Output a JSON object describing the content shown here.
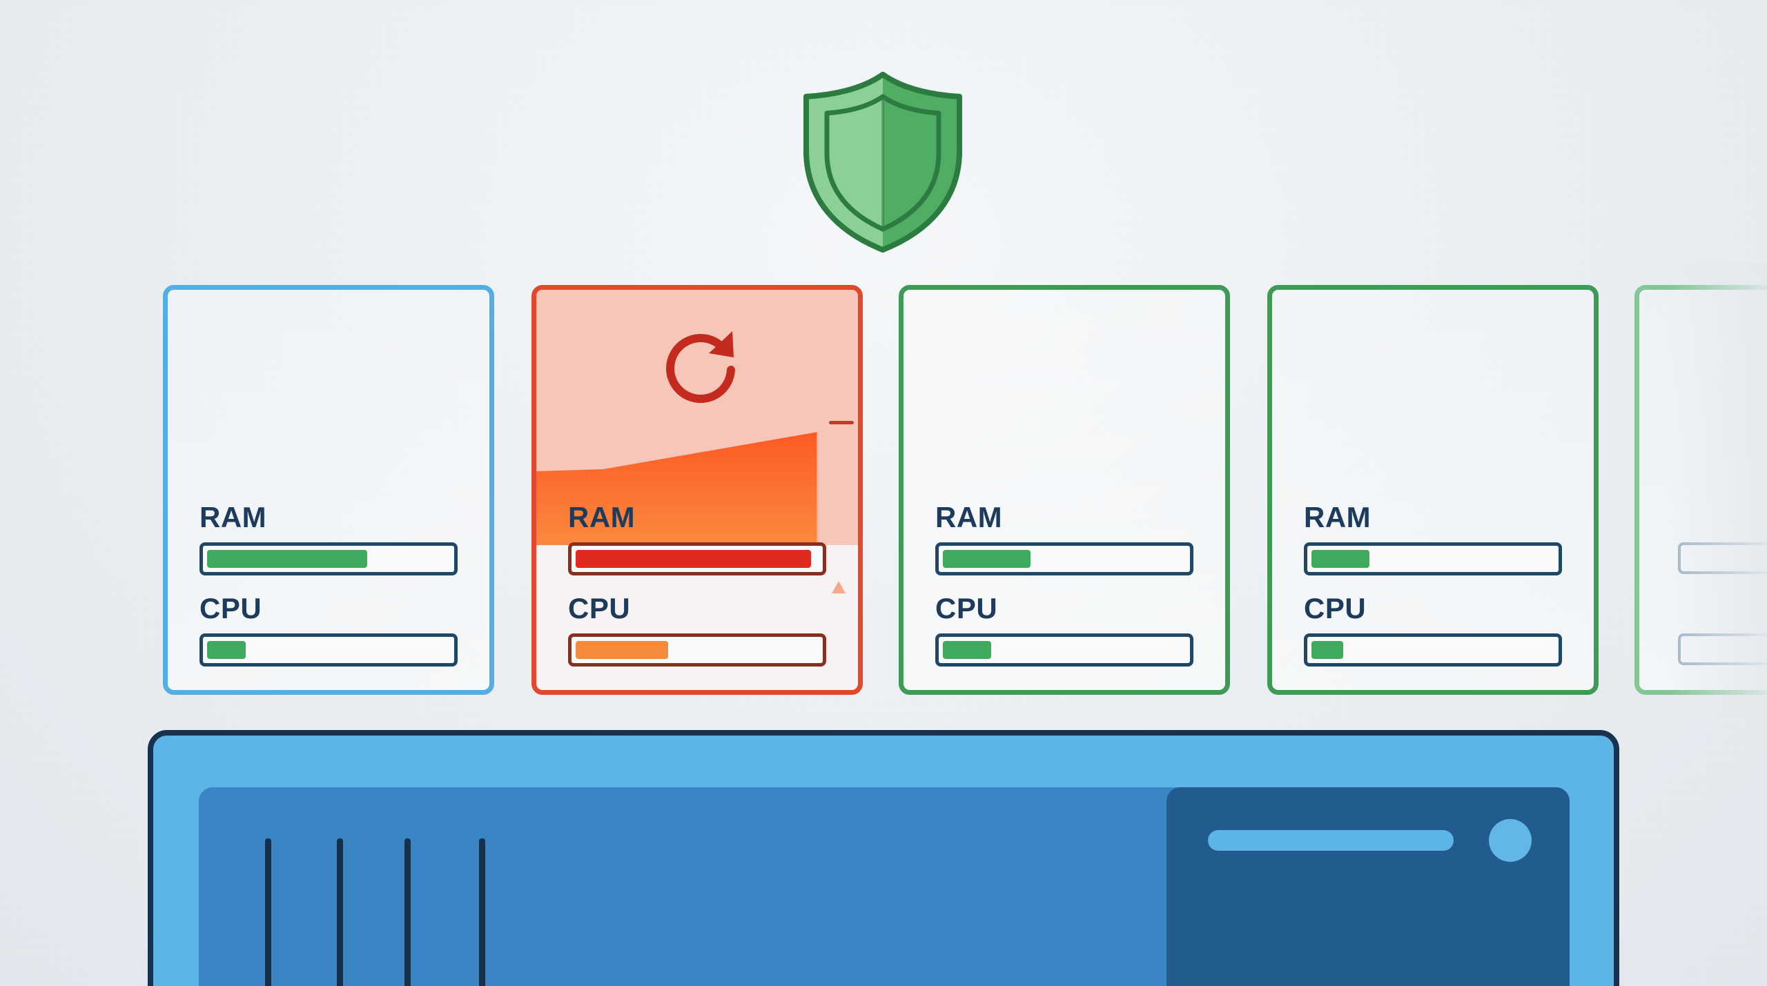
{
  "colors": {
    "background": "#e9eef2",
    "card_blue": "#55aee3",
    "card_red": "#e0492c",
    "card_green": "#3f9a55",
    "bar_green": "#3faa5d",
    "bar_red": "#e02a1d",
    "bar_orange": "#f58a3a",
    "server_light": "#5db4e6",
    "server_dark": "#225c8f",
    "text": "#1d3b5c"
  },
  "icons": {
    "top": "shield-icon",
    "restarting": "refresh-icon"
  },
  "containers": [
    {
      "state": "healthy-blue",
      "ram_label": "RAM",
      "cpu_label": "CPU",
      "ram_usage": 0.66,
      "cpu_usage": 0.16
    },
    {
      "state": "restarting",
      "ram_label": "RAM",
      "cpu_label": "CPU",
      "ram_usage": 0.97,
      "cpu_usage": 0.38
    },
    {
      "state": "healthy-green",
      "ram_label": "RAM",
      "cpu_label": "CPU",
      "ram_usage": 0.36,
      "cpu_usage": 0.2
    },
    {
      "state": "healthy-green",
      "ram_label": "RAM",
      "cpu_label": "CPU",
      "ram_usage": 0.24,
      "cpu_usage": 0.13
    }
  ]
}
